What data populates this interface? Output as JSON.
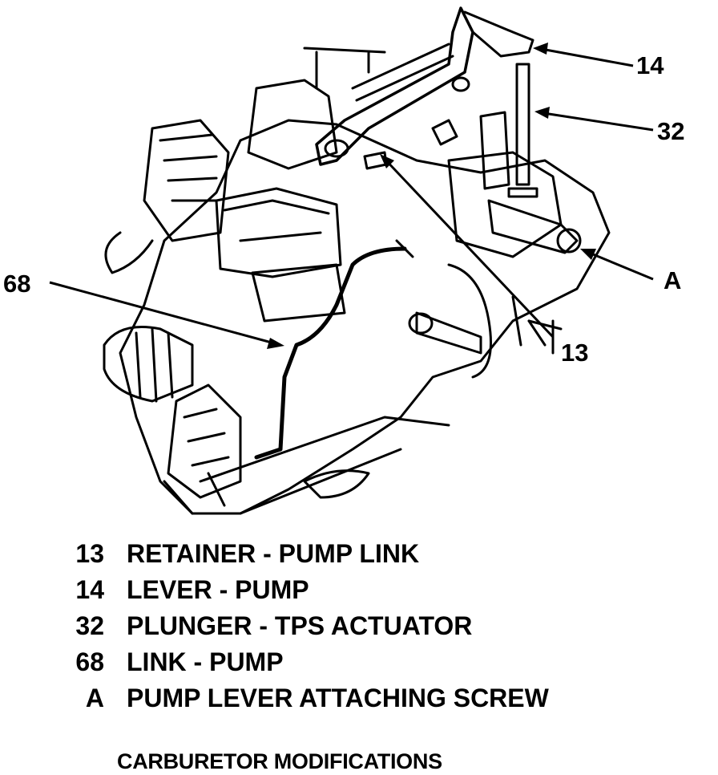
{
  "figure": {
    "callouts": [
      {
        "id": "14",
        "label": "14"
      },
      {
        "id": "32",
        "label": "32"
      },
      {
        "id": "68",
        "label": "68"
      },
      {
        "id": "A",
        "label": "A"
      },
      {
        "id": "13",
        "label": "13"
      }
    ],
    "legend": [
      {
        "number": "13",
        "description": "RETAINER - PUMP LINK"
      },
      {
        "number": "14",
        "description": "LEVER - PUMP"
      },
      {
        "number": "32",
        "description": "PLUNGER - TPS ACTUATOR"
      },
      {
        "number": "68",
        "description": "LINK - PUMP"
      },
      {
        "number": "A",
        "description": "PUMP LEVER ATTACHING SCREW"
      }
    ],
    "caption": "CARBURETOR MODIFICATIONS"
  }
}
